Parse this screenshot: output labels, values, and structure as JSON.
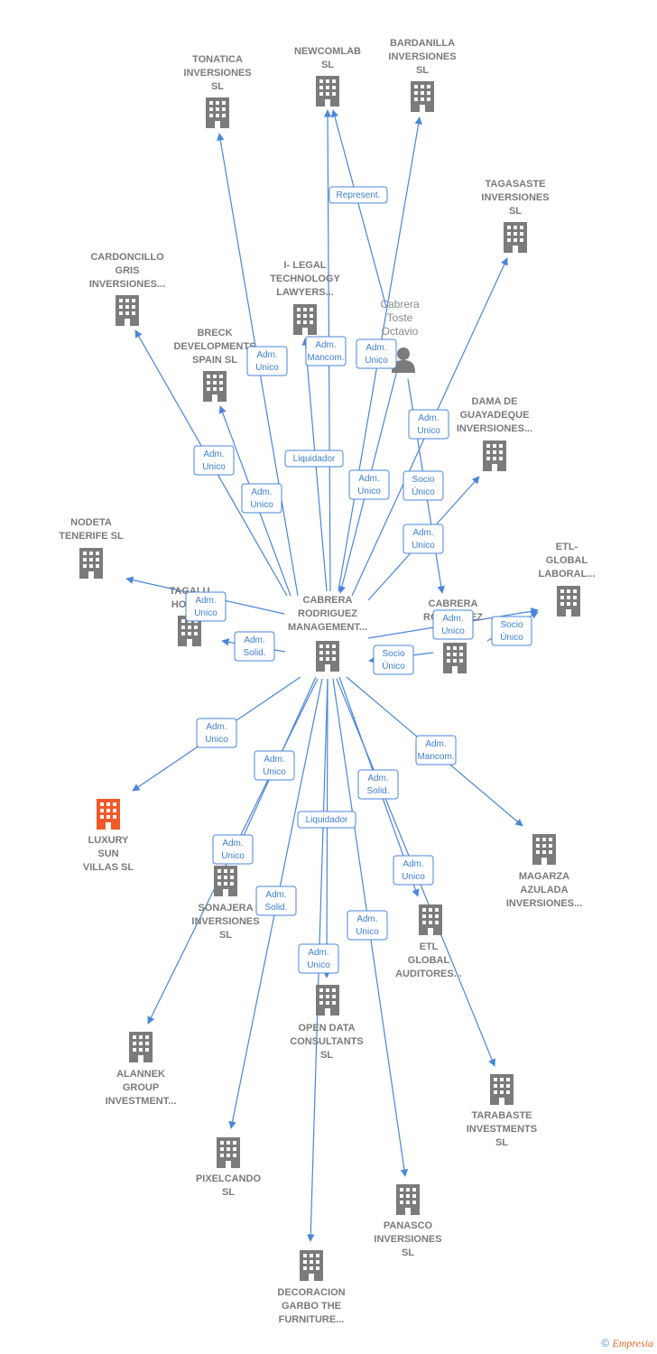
{
  "colors": {
    "edge": "#4a86d8",
    "building": "#7b7b7b",
    "focus": "#f05a28",
    "label": "#7a7a7a"
  },
  "nodes": [
    {
      "id": "center",
      "kind": "company",
      "lines": [
        "CABRERA",
        "RODRIGUEZ",
        "MANAGEMENT..."
      ]
    },
    {
      "id": "tonatica",
      "kind": "company",
      "lines": [
        "TONATICA",
        "INVERSIONES",
        "SL"
      ]
    },
    {
      "id": "newcomlab",
      "kind": "company",
      "lines": [
        "NEWCOMLAB",
        "SL"
      ]
    },
    {
      "id": "bardanilla",
      "kind": "company",
      "lines": [
        "BARDANILLA",
        "INVERSIONES",
        "SL"
      ]
    },
    {
      "id": "tagasaste",
      "kind": "company",
      "lines": [
        "TAGASASTE",
        "INVERSIONES",
        "SL"
      ]
    },
    {
      "id": "cardoncillo",
      "kind": "company",
      "lines": [
        "CARDONCILLO",
        "GRIS",
        "INVERSIONES..."
      ]
    },
    {
      "id": "ilegal",
      "kind": "company",
      "lines": [
        "I- LEGAL",
        "TECHNOLOGY",
        "LAWYERS..."
      ]
    },
    {
      "id": "person",
      "kind": "person",
      "lines": [
        "Cabrera",
        "Toste",
        "Octavio"
      ]
    },
    {
      "id": "breck",
      "kind": "company",
      "lines": [
        "BRECK",
        "DEVELOPMENTS",
        "SPAIN  SL"
      ]
    },
    {
      "id": "dama",
      "kind": "company",
      "lines": [
        "DAMA DE",
        "GUAYADEQUE",
        "INVERSIONES..."
      ]
    },
    {
      "id": "nodeta",
      "kind": "company",
      "lines": [
        "NODETA",
        "TENERIFE  SL"
      ]
    },
    {
      "id": "etl_laboral",
      "kind": "company",
      "lines": [
        "ETL-",
        "GLOBAL",
        "LABORAL..."
      ]
    },
    {
      "id": "tagalu",
      "kind": "company",
      "lines": [
        "TAGALU",
        "HOLD..."
      ]
    },
    {
      "id": "cabrera_as",
      "kind": "company",
      "lines": [
        "CABRERA",
        "RODRIGUEZ",
        "AS..."
      ]
    },
    {
      "id": "luxury",
      "kind": "focus",
      "lines": [
        "LUXURY",
        "SUN",
        "VILLAS  SL"
      ]
    },
    {
      "id": "magarza",
      "kind": "company",
      "lines": [
        "MAGARZA",
        "AZULADA",
        "INVERSIONES..."
      ]
    },
    {
      "id": "sonajera",
      "kind": "company",
      "lines": [
        "SONAJERA",
        "INVERSIONES",
        "SL"
      ]
    },
    {
      "id": "etl_aud",
      "kind": "company",
      "lines": [
        "ETL",
        "GLOBAL",
        "AUDITORES..."
      ]
    },
    {
      "id": "opendata",
      "kind": "company",
      "lines": [
        "OPEN DATA",
        "CONSULTANTS",
        "SL"
      ]
    },
    {
      "id": "alannek",
      "kind": "company",
      "lines": [
        "ALANNEK",
        "GROUP",
        "INVESTMENT..."
      ]
    },
    {
      "id": "tarabaste",
      "kind": "company",
      "lines": [
        "TARABASTE",
        "INVESTMENTS",
        "SL"
      ]
    },
    {
      "id": "pixelcando",
      "kind": "company",
      "lines": [
        "PIXELCANDO",
        "SL"
      ]
    },
    {
      "id": "panasco",
      "kind": "company",
      "lines": [
        "PANASCO",
        "INVERSIONES",
        "SL"
      ]
    },
    {
      "id": "decoracion",
      "kind": "company",
      "lines": [
        "DECORACION",
        "GARBO THE",
        "FURNITURE..."
      ]
    }
  ],
  "edges": [
    {
      "from": "center",
      "to": "tonatica",
      "label": [
        "Adm.",
        "Unico"
      ]
    },
    {
      "from": "center",
      "to": "newcomlab",
      "label": [
        "Liquidador"
      ]
    },
    {
      "from": "person",
      "to": "newcomlab",
      "label": [
        "Represent."
      ]
    },
    {
      "from": "center",
      "to": "bardanilla",
      "label": [
        "Adm.",
        "Unico"
      ]
    },
    {
      "from": "center",
      "to": "tagasaste",
      "label": [
        "Adm.",
        "Unico"
      ]
    },
    {
      "from": "center",
      "to": "cardoncillo",
      "label": [
        "Adm.",
        "Unico"
      ]
    },
    {
      "from": "center",
      "to": "ilegal",
      "label": [
        "Adm.",
        "Mancom."
      ]
    },
    {
      "from": "person",
      "to": "center",
      "label": [
        "Adm.",
        "Unico"
      ]
    },
    {
      "from": "center",
      "to": "breck",
      "label": [
        "Adm.",
        "Unico"
      ]
    },
    {
      "from": "center",
      "to": "dama",
      "label": [
        "Adm.",
        "Unico"
      ]
    },
    {
      "from": "person",
      "to": "cabrera_as",
      "label": [
        "Socio",
        "Único"
      ]
    },
    {
      "from": "center",
      "to": "nodeta",
      "label": [
        "Adm.",
        "Unico"
      ]
    },
    {
      "from": "center",
      "to": "tagalu",
      "label": [
        "Adm.",
        "Solid."
      ]
    },
    {
      "from": "center",
      "to": "etl_laboral",
      "label": [
        "Adm.",
        "Unico"
      ]
    },
    {
      "from": "cabrera_as",
      "to": "etl_laboral",
      "label": [
        "Socio",
        "Único"
      ]
    },
    {
      "from": "cabrera_as",
      "to": "center",
      "label": [
        "Socio",
        "Único"
      ]
    },
    {
      "from": "center",
      "to": "luxury",
      "label": [
        "Adm.",
        "Unico"
      ]
    },
    {
      "from": "center",
      "to": "magarza",
      "label": [
        "Adm.",
        "Mancom."
      ]
    },
    {
      "from": "center",
      "to": "sonajera",
      "label": [
        "Adm.",
        "Unico"
      ]
    },
    {
      "from": "center",
      "to": "alannek",
      "label": [
        "Adm.",
        "Unico"
      ]
    },
    {
      "from": "center",
      "to": "etl_aud",
      "label": [
        "Adm.",
        "Solid."
      ]
    },
    {
      "from": "center",
      "to": "opendata",
      "label": [
        "Liquidador"
      ]
    },
    {
      "from": "center",
      "to": "pixelcando",
      "label": [
        "Adm.",
        "Solid."
      ]
    },
    {
      "from": "center",
      "to": "tarabaste",
      "label": [
        "Adm.",
        "Unico"
      ]
    },
    {
      "from": "center",
      "to": "panasco",
      "label": [
        "Adm.",
        "Unico"
      ]
    },
    {
      "from": "center",
      "to": "decoracion",
      "label": [
        "Adm.",
        "Unico"
      ]
    }
  ],
  "footer": {
    "copyright": "©",
    "brand": "Empresia"
  }
}
